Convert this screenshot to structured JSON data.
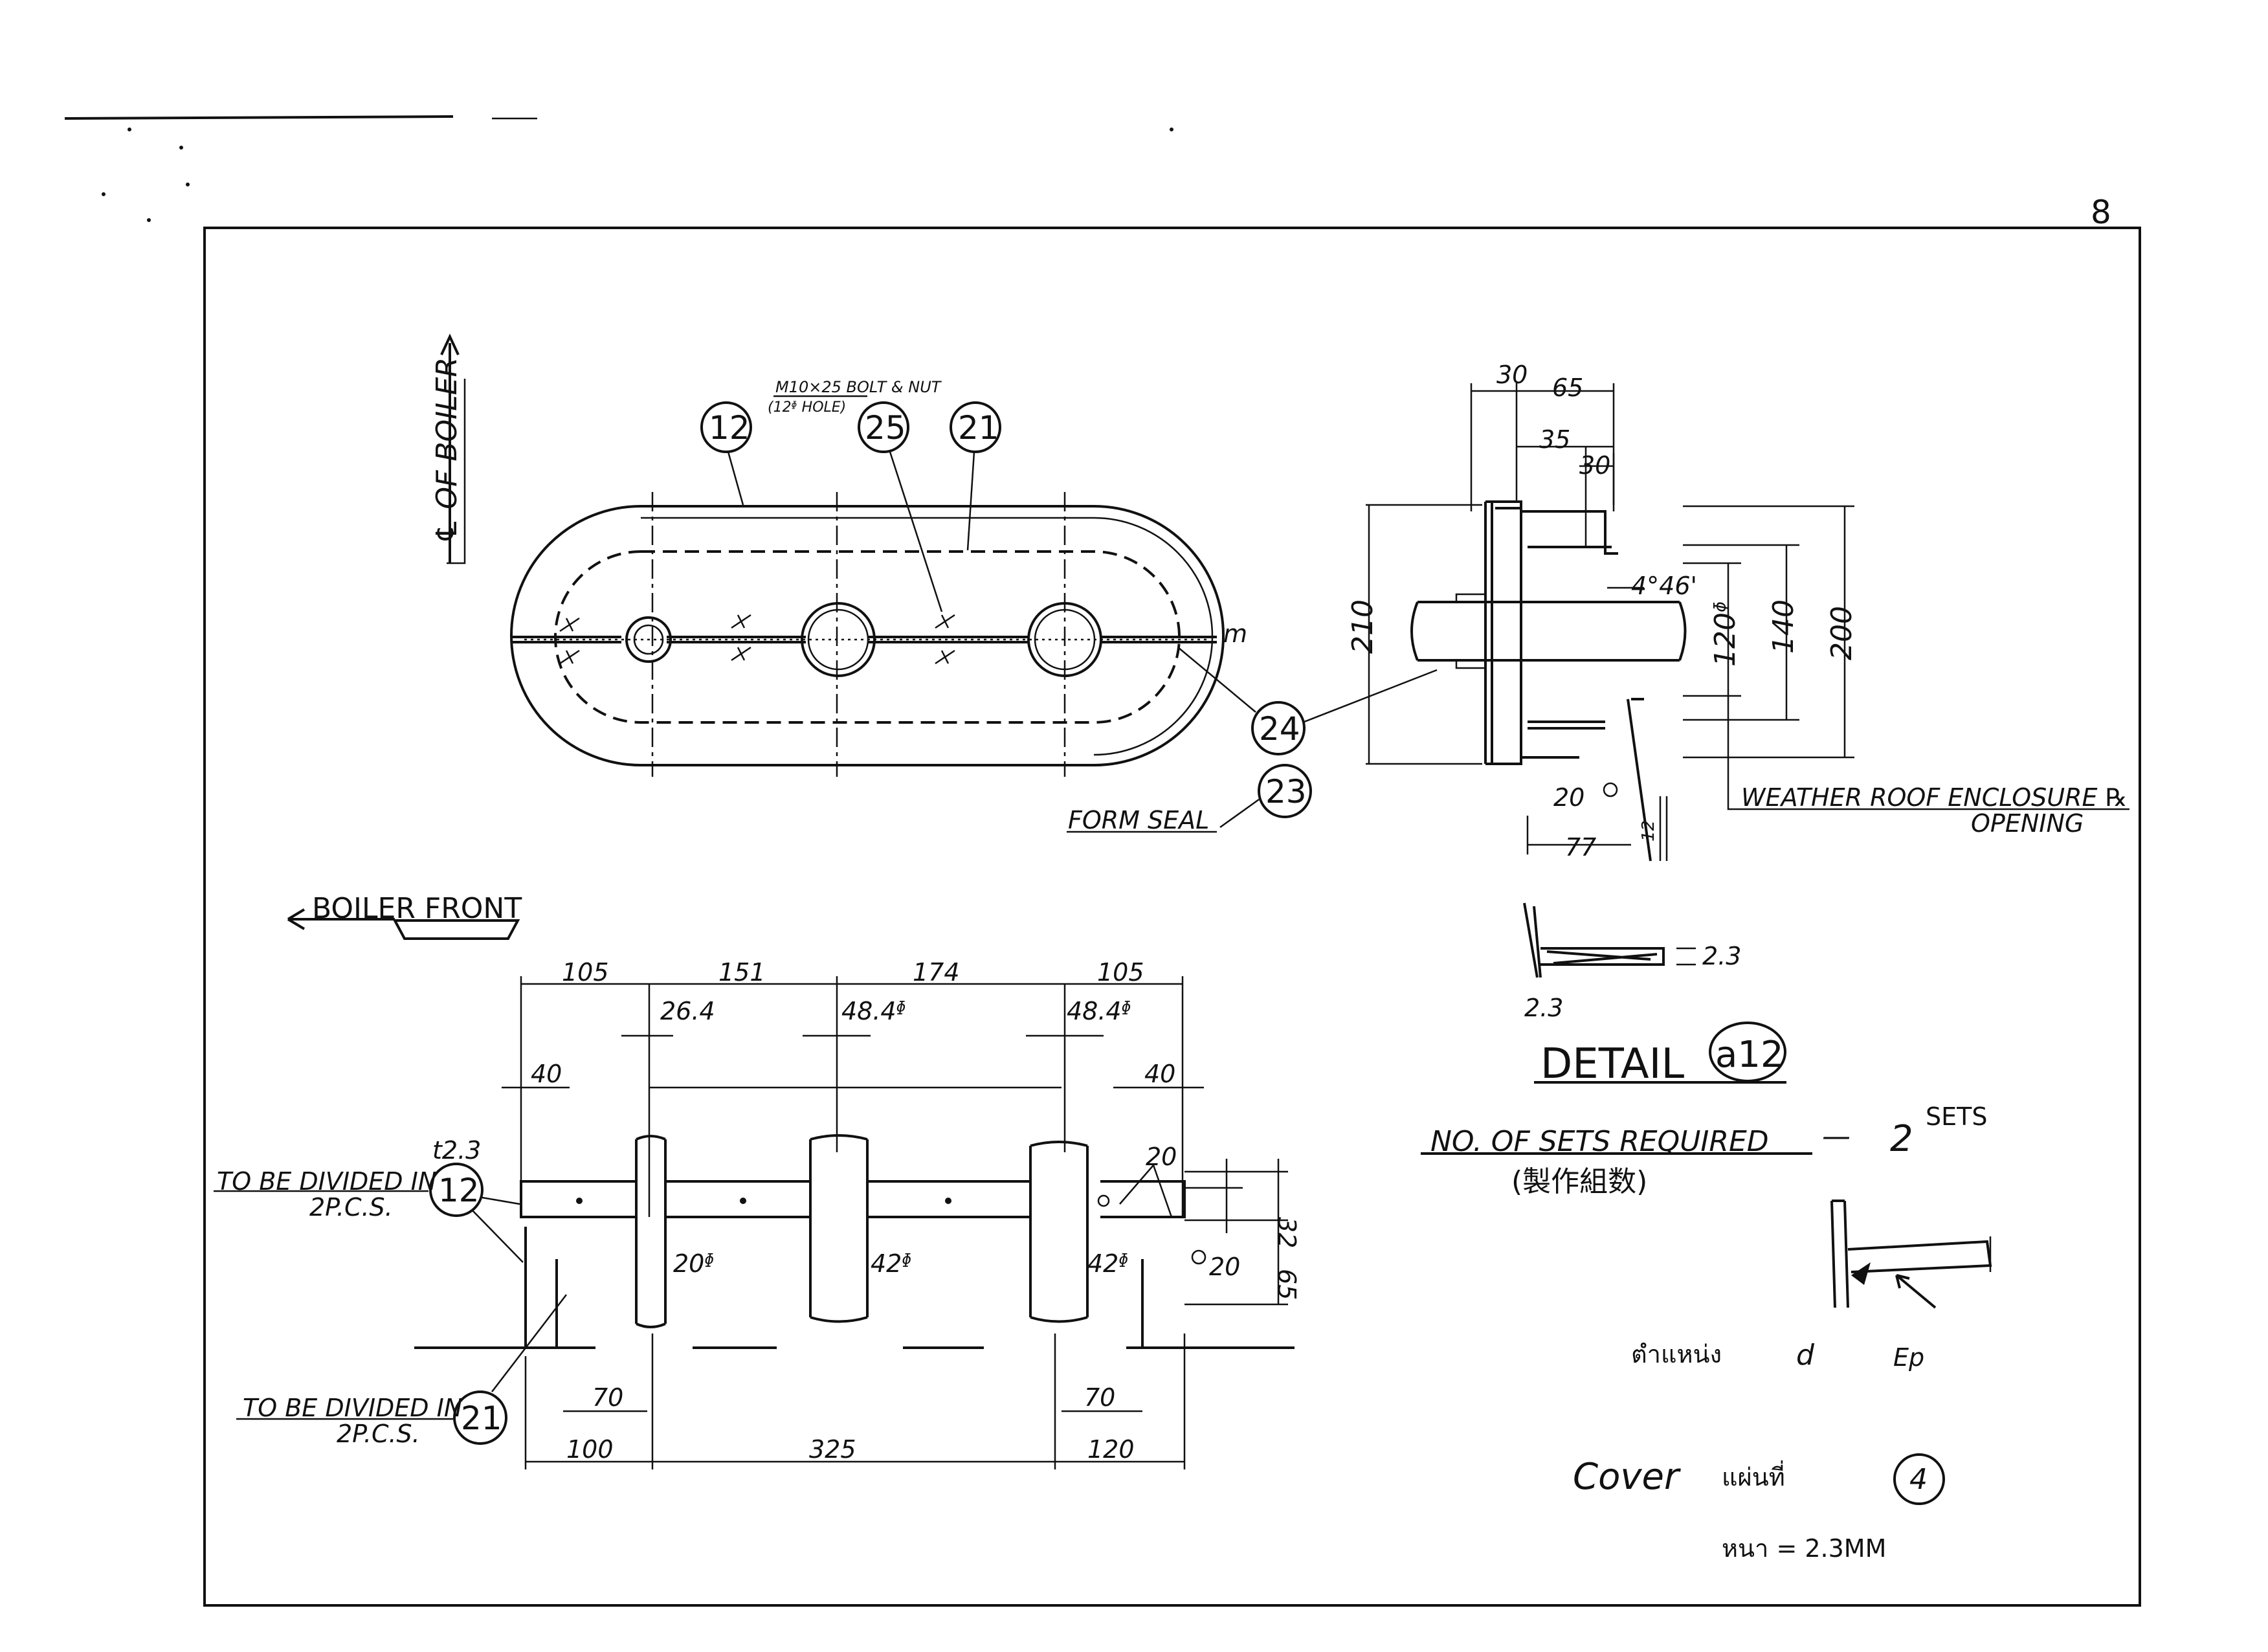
{
  "page_number": "8",
  "top_view": {
    "centerline_label": "℄ OF BOILER",
    "bolt_note_line1": "M10×25 BOLT & NUT",
    "bolt_note_line2": "(12ᶲ HOLE)",
    "end_mark": "m",
    "callouts": [
      "12",
      "25",
      "21",
      "24",
      "23"
    ],
    "seal_label": "FORM SEAL"
  },
  "section_view": {
    "dims": {
      "d30a": "30",
      "d65": "65",
      "d35": "35",
      "d30b": "30",
      "angle": "4°46'",
      "d210": "210",
      "d120": "120ᶲ",
      "d140": "140",
      "d200": "200",
      "d20": "20",
      "d77": "77",
      "d12": "12"
    },
    "enclosure_line1": "WEATHER ROOF ENCLOSURE ℞",
    "enclosure_line2": "OPENING"
  },
  "boiler_front_label": "BOILER FRONT",
  "front_view": {
    "top_dims": [
      "105",
      "151",
      "174",
      "105"
    ],
    "hole_dims": [
      "26.4",
      "48.4ᶲ",
      "48.4ᶲ"
    ],
    "side_dims": [
      "40",
      "40"
    ],
    "pipe_dims": [
      "20ᶲ",
      "42ᶲ",
      "42ᶲ"
    ],
    "right_dims": {
      "d32": "32",
      "d65": "65",
      "d20a": "20",
      "d20b": "20"
    },
    "thickness": "t2.3",
    "divided_note_12_line1": "TO BE DIVIDED IN",
    "divided_note_12_line2": "2P.C.S.",
    "divided_note_21_line1": "TO BE DIVIDED IN",
    "divided_note_21_line2": "2P.C.S.",
    "callout_12": "12",
    "callout_21": "21",
    "bottom_dims": [
      "70",
      "70",
      "100",
      "325",
      "120"
    ]
  },
  "detail": {
    "dim_a": "2.3",
    "dim_b": "2.3",
    "title": "DETAIL",
    "ref": "a12"
  },
  "sets": {
    "label": "NO. OF SETS REQUIRED",
    "dash": "—",
    "value": "2",
    "unit": "SETS",
    "sub": "(製作組数)"
  },
  "handwritten": {
    "line1_a": "ตำแหน่ง",
    "line1_b": "d",
    "line1_c": "Ep",
    "line2_a": "Cover",
    "line2_b": "แผ่นที่",
    "line2_circle": "4",
    "line3": "หนา = 2.3MM"
  }
}
